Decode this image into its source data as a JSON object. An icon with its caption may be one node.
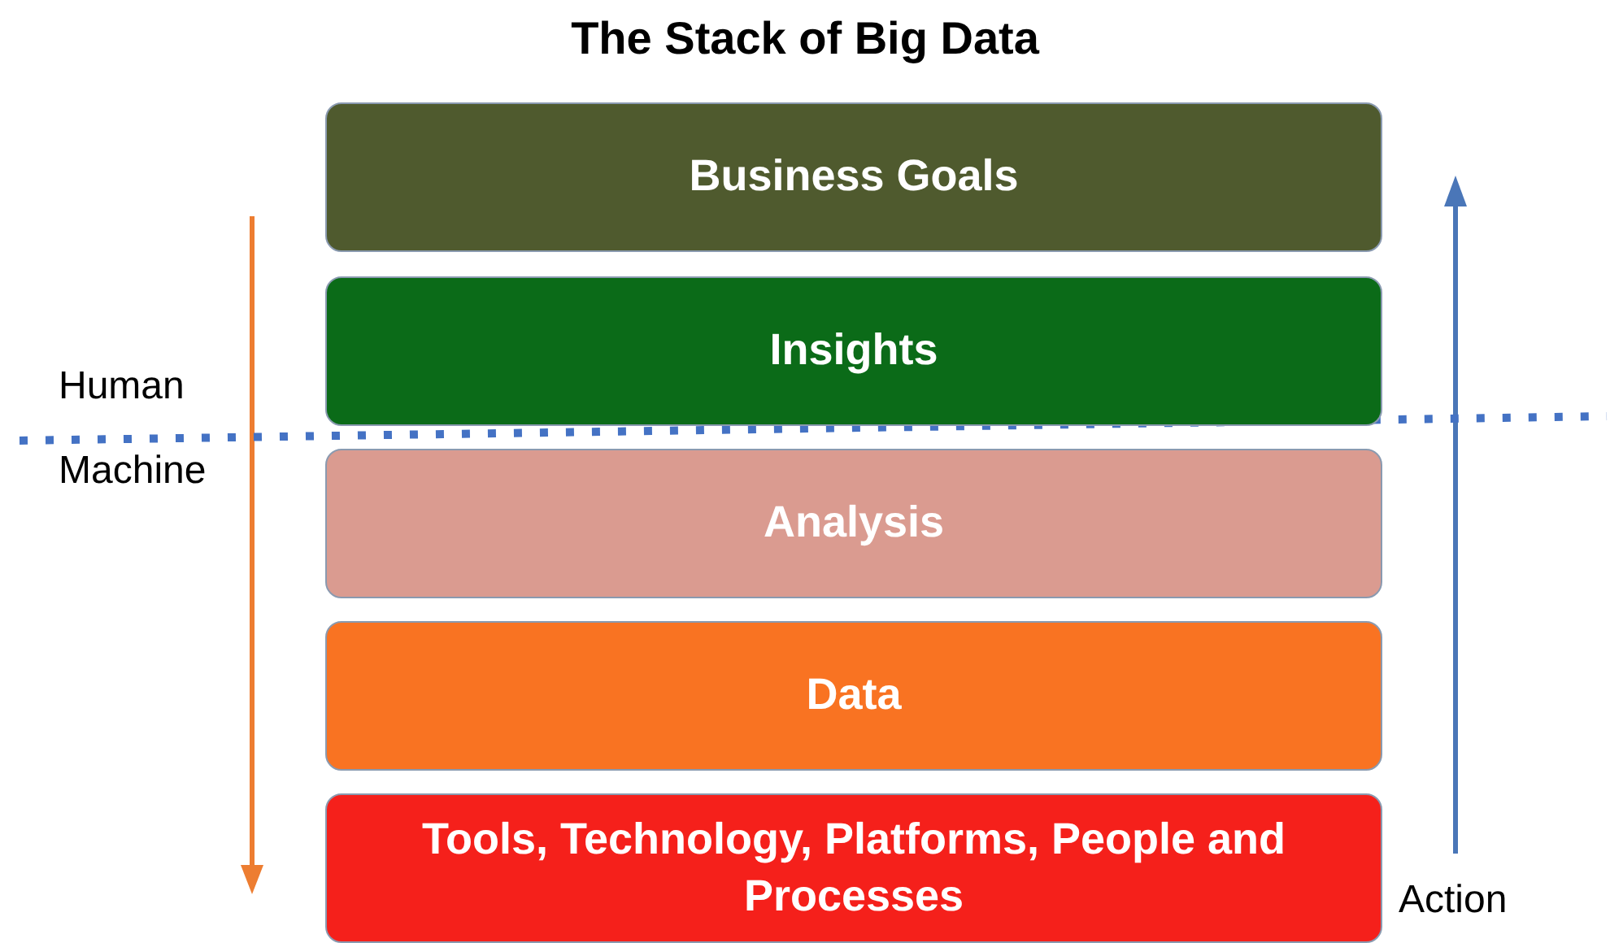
{
  "diagram": {
    "title": "The Stack of Big Data",
    "nodes": [
      {
        "text": [
          "Business Goals"
        ]
      },
      {
        "text": [
          "Insights"
        ]
      },
      {
        "text": [
          "Analysis"
        ]
      },
      {
        "text": [
          "Data"
        ]
      },
      {
        "text": [
          "Tools, Technology, Platforms, People and Processes"
        ]
      }
    ],
    "labels": [
      "Human",
      "Machine",
      "Action"
    ]
  }
}
